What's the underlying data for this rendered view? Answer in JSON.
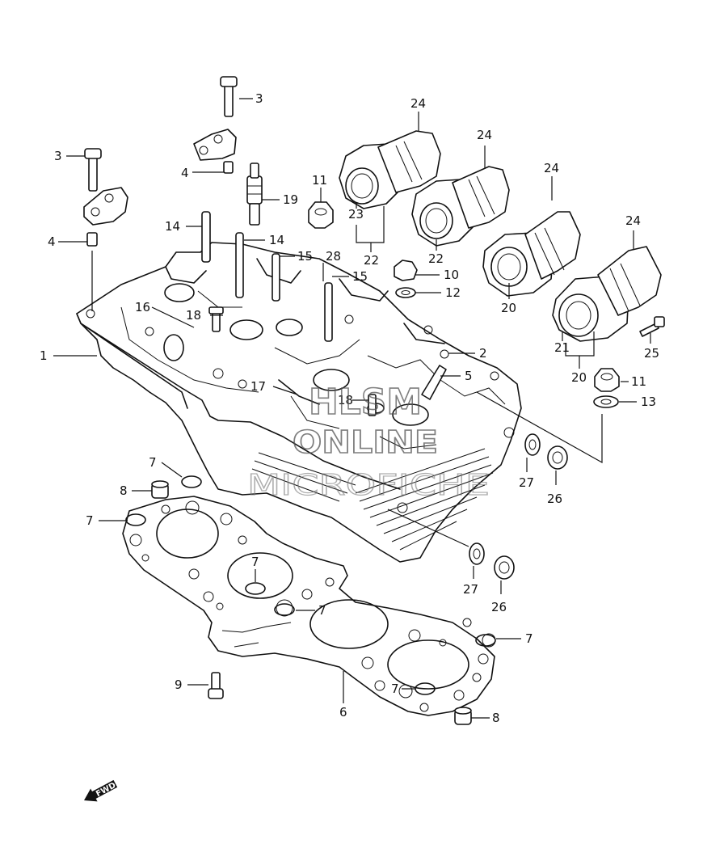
{
  "watermark": {
    "line1": "HLSM",
    "line2": "ONLINE",
    "line3": "MICROFICHE"
  },
  "fwd_label": "FWD",
  "callouts": [
    {
      "id": "c1",
      "text": "1"
    },
    {
      "id": "c2",
      "text": "2"
    },
    {
      "id": "c3a",
      "text": "3"
    },
    {
      "id": "c3b",
      "text": "3"
    },
    {
      "id": "c4a",
      "text": "4"
    },
    {
      "id": "c4b",
      "text": "4"
    },
    {
      "id": "c5",
      "text": "5"
    },
    {
      "id": "c6",
      "text": "6"
    },
    {
      "id": "c7a",
      "text": "7"
    },
    {
      "id": "c7b",
      "text": "7"
    },
    {
      "id": "c7c",
      "text": "7"
    },
    {
      "id": "c7d",
      "text": "7"
    },
    {
      "id": "c7e",
      "text": "7"
    },
    {
      "id": "c7f",
      "text": "7"
    },
    {
      "id": "c8a",
      "text": "8"
    },
    {
      "id": "c8b",
      "text": "8"
    },
    {
      "id": "c9",
      "text": "9"
    },
    {
      "id": "c10",
      "text": "10"
    },
    {
      "id": "c11a",
      "text": "11"
    },
    {
      "id": "c11b",
      "text": "11"
    },
    {
      "id": "c12",
      "text": "12"
    },
    {
      "id": "c13",
      "text": "13"
    },
    {
      "id": "c14a",
      "text": "14"
    },
    {
      "id": "c14b",
      "text": "14"
    },
    {
      "id": "c15a",
      "text": "15"
    },
    {
      "id": "c15b",
      "text": "15"
    },
    {
      "id": "c16",
      "text": "16"
    },
    {
      "id": "c17",
      "text": "17"
    },
    {
      "id": "c18a",
      "text": "18"
    },
    {
      "id": "c18b",
      "text": "18"
    },
    {
      "id": "c19",
      "text": "19"
    },
    {
      "id": "c20a",
      "text": "20"
    },
    {
      "id": "c20b",
      "text": "20"
    },
    {
      "id": "c21",
      "text": "21"
    },
    {
      "id": "c22a",
      "text": "22"
    },
    {
      "id": "c22b",
      "text": "22"
    },
    {
      "id": "c23",
      "text": "23"
    },
    {
      "id": "c24a",
      "text": "24"
    },
    {
      "id": "c24b",
      "text": "24"
    },
    {
      "id": "c24c",
      "text": "24"
    },
    {
      "id": "c24d",
      "text": "24"
    },
    {
      "id": "c25",
      "text": "25"
    },
    {
      "id": "c26a",
      "text": "26"
    },
    {
      "id": "c26b",
      "text": "26"
    },
    {
      "id": "c27a",
      "text": "27"
    },
    {
      "id": "c27b",
      "text": "27"
    },
    {
      "id": "c28",
      "text": "28"
    }
  ]
}
